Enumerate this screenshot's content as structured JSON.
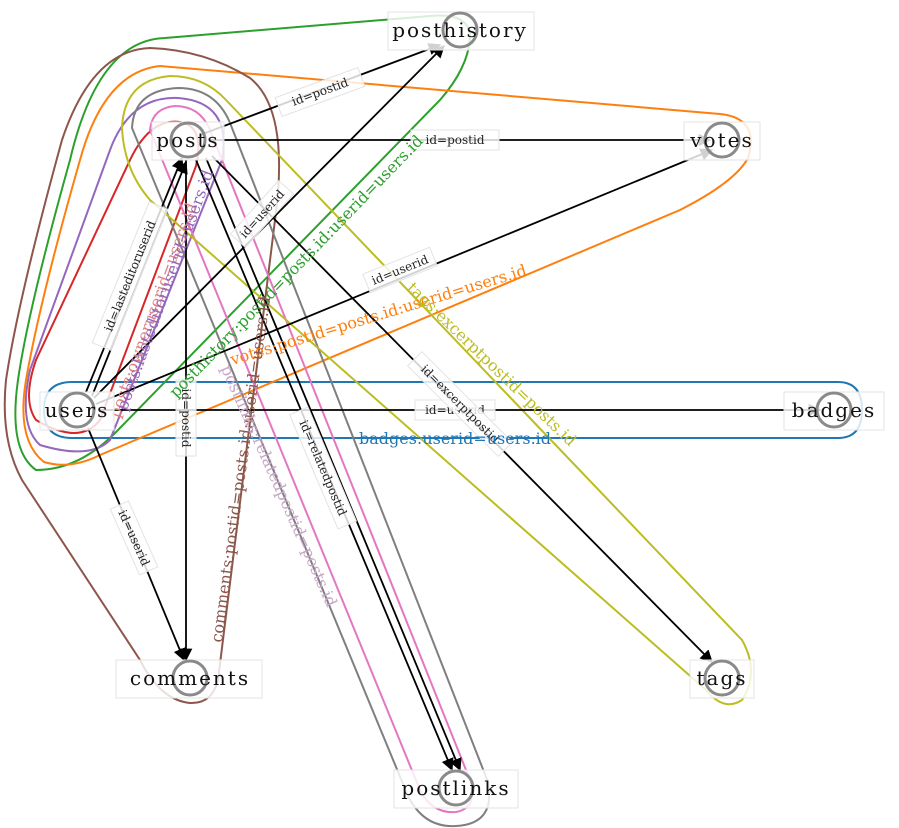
{
  "nodes": {
    "posthistory": "posthistory",
    "posts": "posts",
    "votes": "votes",
    "users": "users",
    "badges": "badges",
    "comments": "comments",
    "tags": "tags",
    "postlinks": "postlinks"
  },
  "edge_labels": {
    "posts_posthistory": "id=postid",
    "posts_votes": "id=postid",
    "users_posts": "id=lasteditoruserid",
    "users_posthistory": "id=userid",
    "users_votes": "id=userid",
    "users_badges": "id=userid",
    "users_comments": "id=userid",
    "posts_comments": "id=postid",
    "posts_postlinks": "id=relatedpostid",
    "posts_tags": "id=excerptpostid"
  },
  "hyperedge_labels": {
    "badges": "badges:userid=users.id",
    "votes": "votes:postid=posts.id:userid=users.id",
    "posthistory": "posthistory:postid=posts.id:userid=users.id",
    "comments": "comments:postid=posts.id:userid=users.id",
    "tags": "tags:excerptpostid=posts.id",
    "postlinks": "postlinks:relatedpostid=posts.id",
    "posts_owner": "posts:owneruserid=users.id",
    "posts_lasteditor": "posts:lasteditoruserid=users.id"
  },
  "colors": {
    "badges": "#1f77b4",
    "votes": "#ff7f0e",
    "posthistory": "#2ca02c",
    "posts_owner": "#d62728",
    "posts_lasteditor": "#9467bd",
    "comments": "#8c564b",
    "postlinks": "#e377c2",
    "postlinks_gray": "#7f7f7f",
    "tags": "#bcbd22"
  }
}
